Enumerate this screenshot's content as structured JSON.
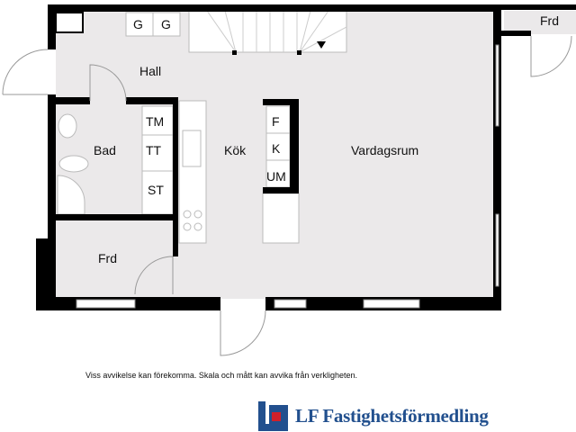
{
  "rooms": {
    "hall": "Hall",
    "bad": "Bad",
    "kok": "Kök",
    "vardagsrum": "Vardagsrum",
    "frd_bottom": "Frd",
    "frd_top": "Frd"
  },
  "appliances": {
    "g1": "G",
    "g2": "G",
    "tm": "TM",
    "tt": "TT",
    "st": "ST",
    "f": "F",
    "k": "K",
    "um": "UM"
  },
  "disclaimer": "Viss avvikelse kan förekomma. Skala och mått kan avvika från verkligheten.",
  "brand": {
    "name": "LF Fastighetsförmedling",
    "color": "#22508e",
    "accent": "#d0202a"
  },
  "colors": {
    "floor": "#ebe9ea",
    "wall": "#000000"
  }
}
